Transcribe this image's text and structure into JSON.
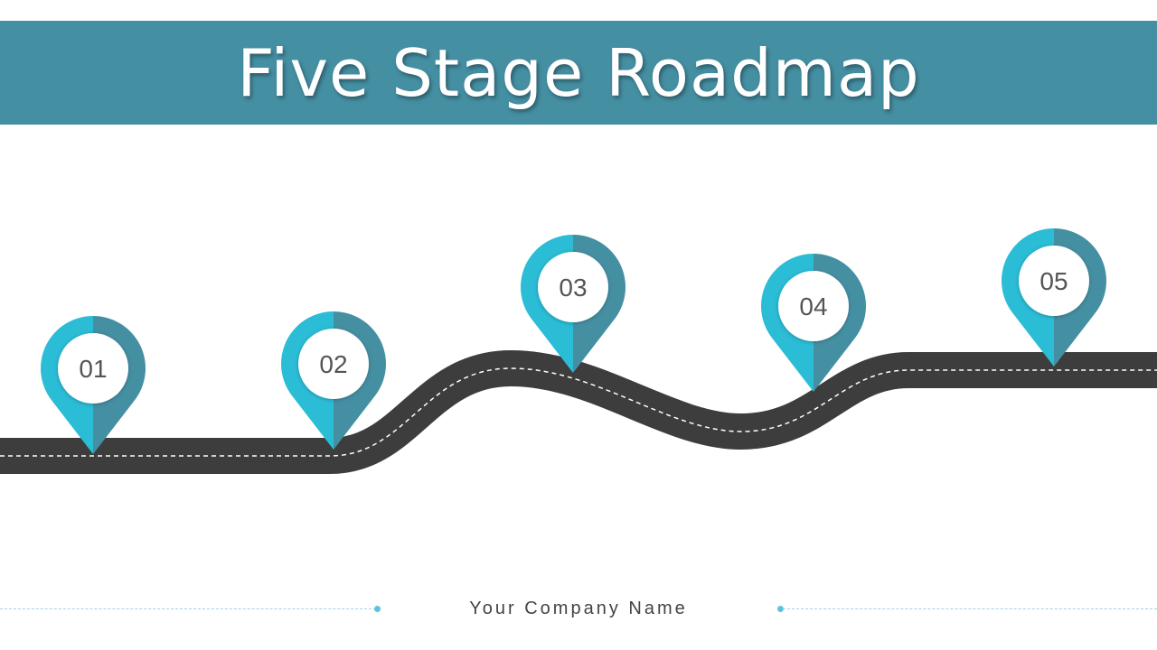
{
  "title": "Five Stage Roadmap",
  "colors": {
    "title_bar": "#458fa3",
    "road": "#3d3d3d",
    "road_dash": "#ffffff",
    "pin_light": "#2bbcd6",
    "pin_dark": "#458fa3",
    "label": "#555555"
  },
  "stages": [
    {
      "label": "01"
    },
    {
      "label": "02"
    },
    {
      "label": "03"
    },
    {
      "label": "04"
    },
    {
      "label": "05"
    }
  ],
  "footer": {
    "company_name": "Your Company Name"
  }
}
